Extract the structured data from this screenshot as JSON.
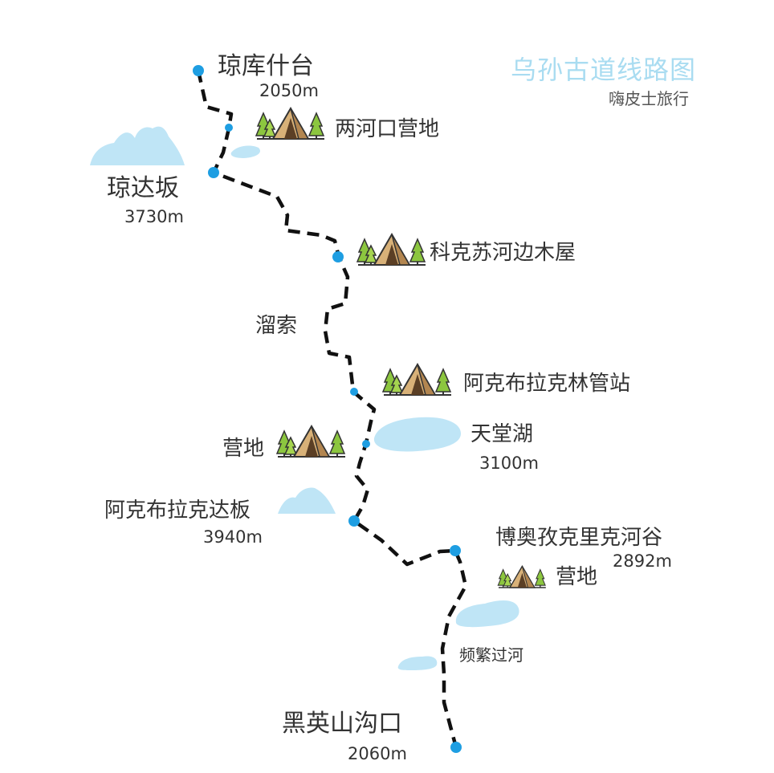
{
  "title": "乌孙古道线路图",
  "subtitle": "嗨皮士旅行",
  "colors": {
    "route": "#111111",
    "waypoint": "#1e9ee2",
    "water": "#bfe5f6",
    "tent": "#c9a266",
    "tree": "#8cc63f",
    "title": "#a9dcf1"
  },
  "waypoints": {
    "qiongkushitai": {
      "name": "琼库什台",
      "elevation": "2050m"
    },
    "lianghekou": {
      "name": "两河口营地"
    },
    "qiongdaban": {
      "name": "琼达坂",
      "elevation": "3730m"
    },
    "kekesu": {
      "name": "科克苏河边木屋"
    },
    "liusuo": {
      "name": "溜索"
    },
    "akebulake_station": {
      "name": "阿克布拉克林管站"
    },
    "tiantanghu": {
      "name": "天堂湖",
      "elevation": "3100m"
    },
    "camp": {
      "name": "营地"
    },
    "akebulake_daban": {
      "name": "阿克布拉克达板",
      "elevation": "3940m"
    },
    "boaozike": {
      "name": "博奥孜克里克河谷",
      "elevation": "2892m"
    },
    "camp2": {
      "name": "营地"
    },
    "pinfan": {
      "name": "频繁过河"
    },
    "heiyingshan": {
      "name": "黑英山沟口",
      "elevation": "2060m"
    }
  }
}
